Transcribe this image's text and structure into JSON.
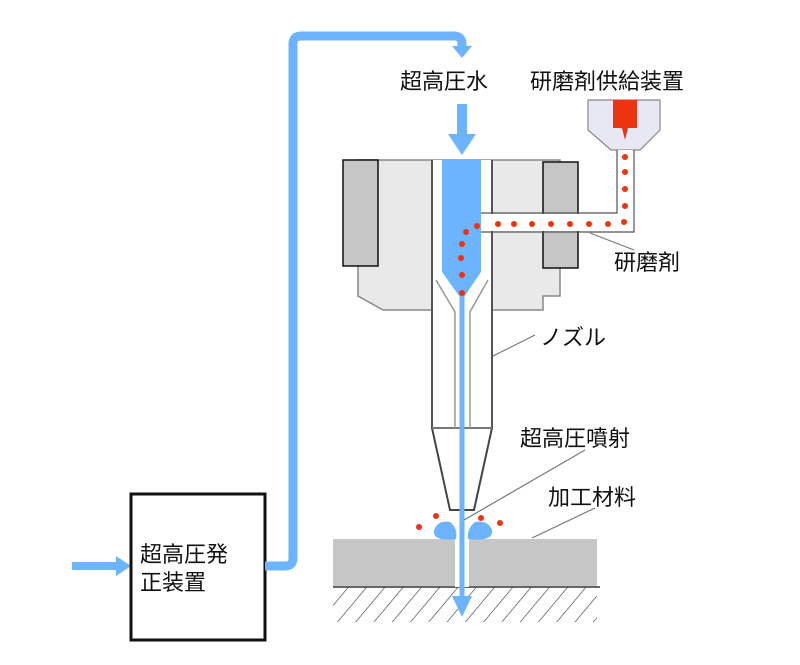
{
  "labels": {
    "water": "超高圧水",
    "abrasive_supply": "研磨剤供給装置",
    "abrasive": "研磨剤",
    "nozzle": "ノズル",
    "jet": "超高圧噴射",
    "workpiece": "加工材料",
    "generator_line1": "超高圧発",
    "generator_line2": "正装置"
  },
  "colors": {
    "water": "#6cb4ff",
    "abrasive": "#ee3311",
    "body": "#e9e9e9",
    "block": "#c6c6c6",
    "hopper": "#e8e8f4"
  }
}
